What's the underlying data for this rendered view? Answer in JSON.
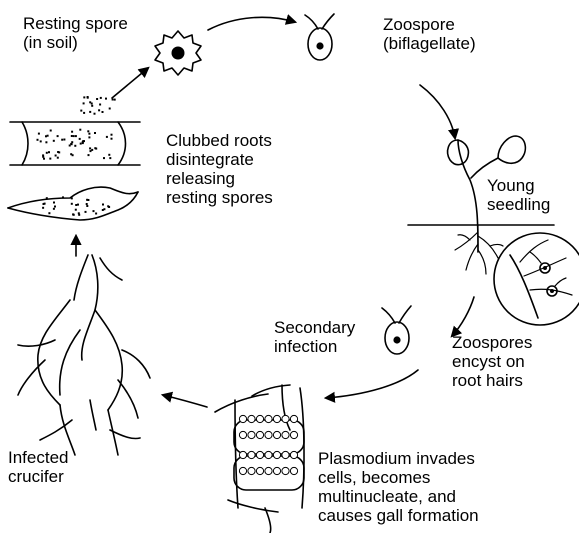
{
  "stages": {
    "resting_spore": [
      "Resting spore",
      "(in soil)"
    ],
    "zoospore": [
      "Zoospore",
      "(biflagellate)"
    ],
    "young_seedling": [
      "Young",
      "seedling"
    ],
    "zoospores_encyst": [
      "Zoospores",
      "encyst on",
      "root hairs"
    ],
    "plasmodium": [
      "Plasmodium invades",
      "cells, becomes",
      "multinucleate, and",
      "causes gall formation"
    ],
    "secondary_infection": [
      "Secondary",
      "infection"
    ],
    "infected_crucifer": [
      "Infected",
      "crucifer"
    ],
    "clubbed_roots": [
      "Clubbed roots",
      "disintegrate",
      "releasing",
      "resting spores"
    ]
  }
}
